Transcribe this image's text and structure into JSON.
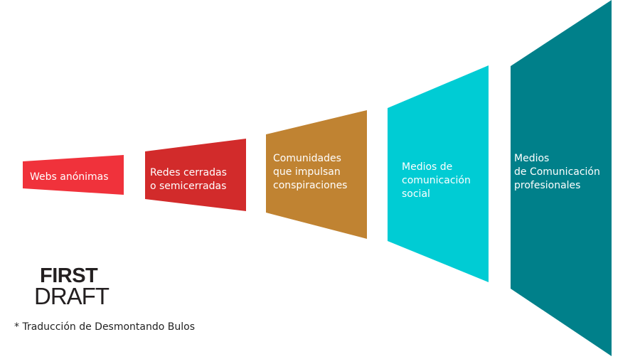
{
  "stages": [
    {
      "label": "Webs anónimas",
      "color": "#f0323b"
    },
    {
      "label": "Redes cerradas\no semicerradas",
      "color": "#d22b2b"
    },
    {
      "label": "Comunidades\n que impulsan\nconspiraciones",
      "color": "#c08332"
    },
    {
      "label": "Medios de\ncomunicación\nsocial",
      "color": "#00ccd4"
    },
    {
      "label": "Medios\nde Comunicación\nprofesionales",
      "color": "#00808a"
    }
  ],
  "logo": {
    "line1": "FIRST",
    "line2": "DRAFT"
  },
  "footnote": "* Traducción de Desmontando Bulos"
}
